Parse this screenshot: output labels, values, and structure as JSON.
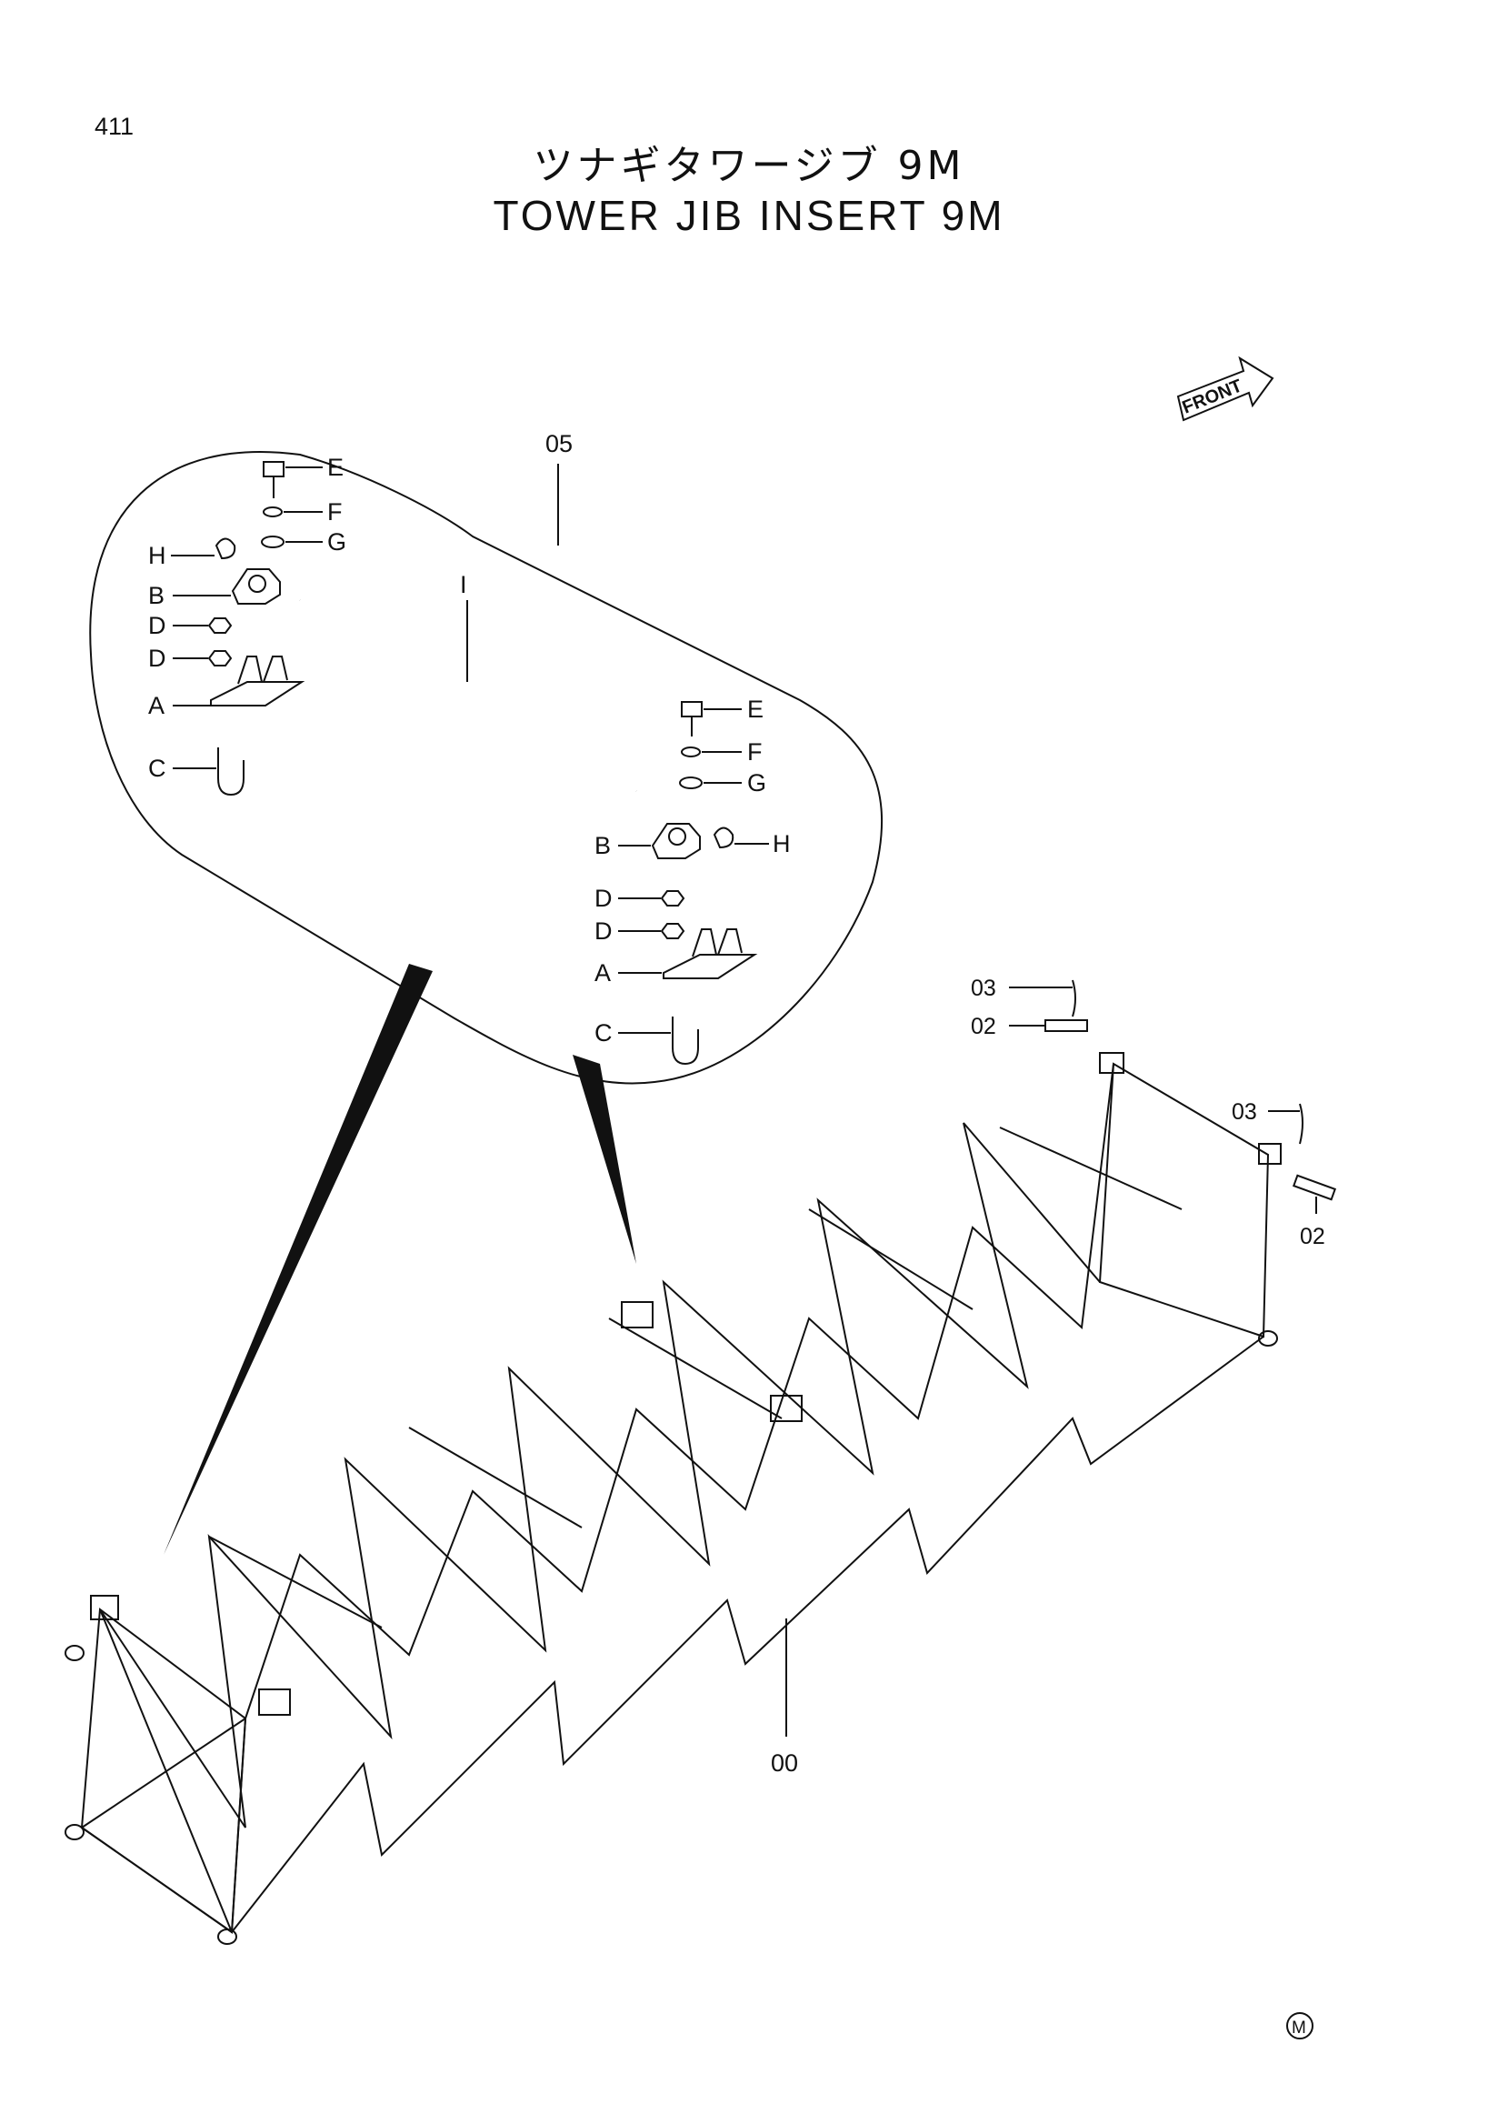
{
  "page": {
    "number": "411",
    "title_jp": "ツナギタワージブ 9M",
    "title_en": "TOWER JIB INSERT 9M",
    "front_label": "FRONT",
    "mark": "M"
  },
  "detail_labels": {
    "assembly": "05",
    "tube": "I",
    "left": [
      "E",
      "F",
      "G",
      "H",
      "B",
      "D",
      "D",
      "A",
      "C"
    ],
    "right": [
      "E",
      "F",
      "G",
      "B",
      "H",
      "D",
      "D",
      "A",
      "C"
    ]
  },
  "callouts": {
    "main_frame": "00",
    "pin_a": "02",
    "clip_a": "03",
    "pin_b": "02",
    "clip_b": "03"
  }
}
